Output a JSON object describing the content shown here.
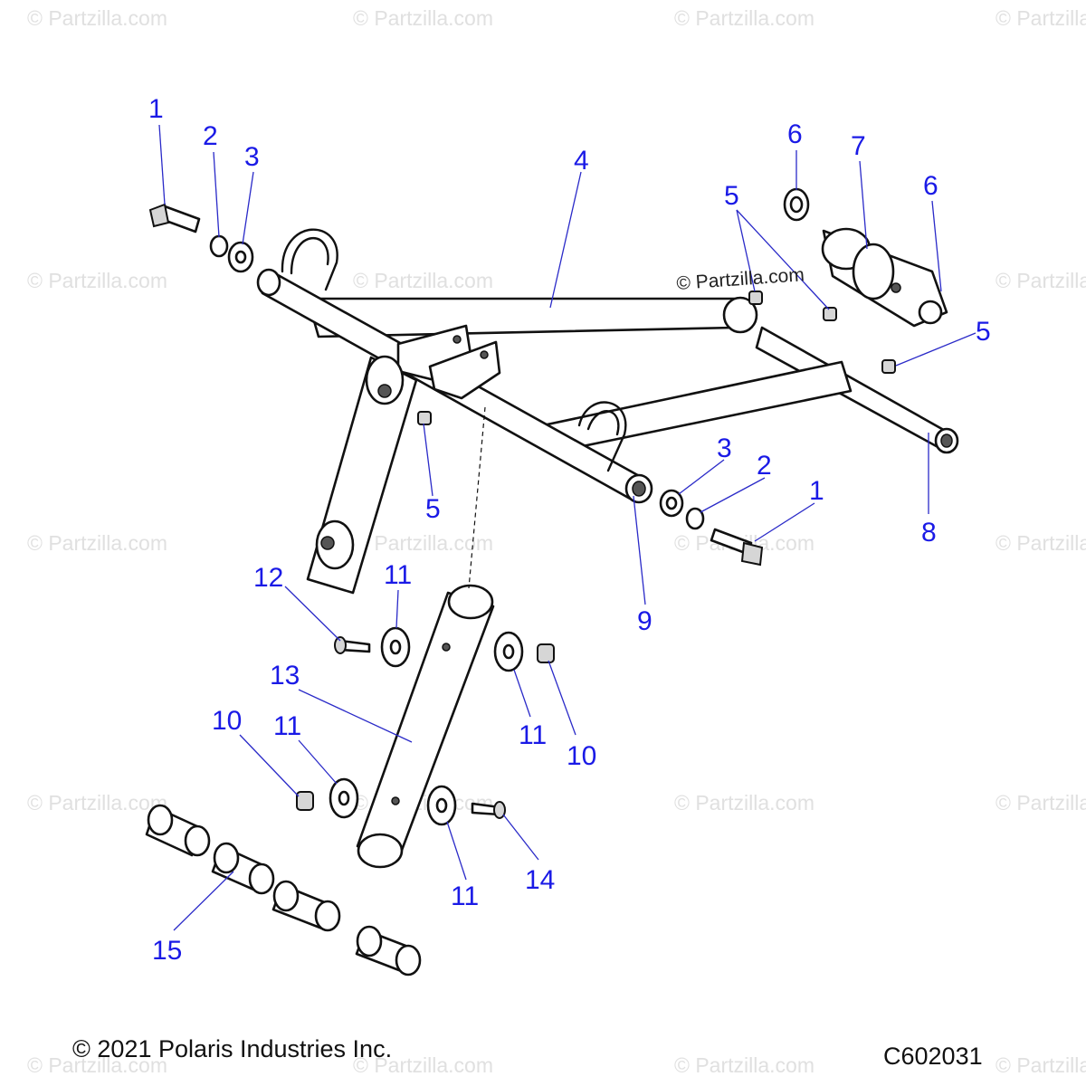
{
  "diagram": {
    "callouts": [
      "1",
      "2",
      "3",
      "4",
      "5",
      "6",
      "7",
      "8",
      "9",
      "10",
      "11",
      "12",
      "13",
      "14",
      "15"
    ]
  },
  "footer": {
    "copyright": "© 2021 Polaris Industries Inc.",
    "drawing_number": "C602031"
  },
  "watermark": {
    "text": "© Partzilla.com",
    "inline_text": "© Partzilla.com"
  },
  "colors": {
    "callout": "#1a1ae6",
    "leader": "#2a2ac8",
    "outline": "#111111",
    "watermark": "#e0e0e0"
  }
}
